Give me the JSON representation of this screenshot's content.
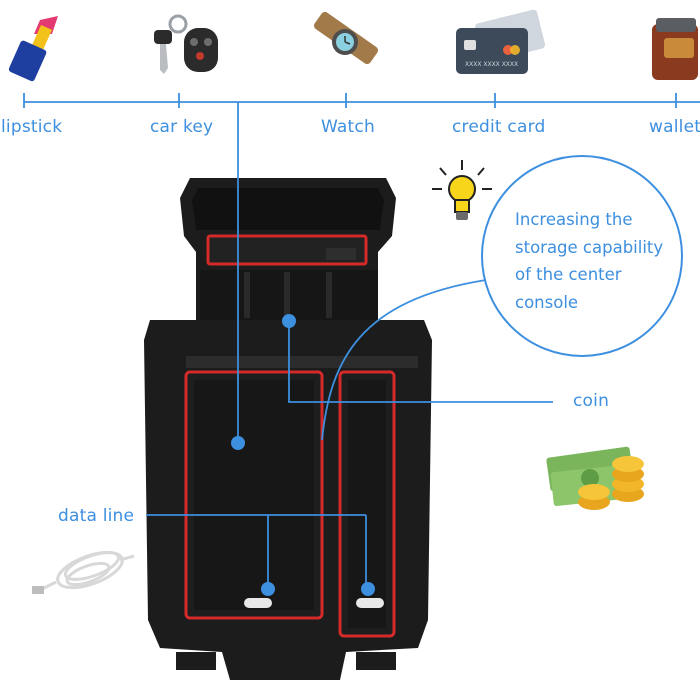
{
  "top_items": [
    {
      "label": "lipstick",
      "icon": "lipstick-icon"
    },
    {
      "label": "car key",
      "icon": "car-key-icon"
    },
    {
      "label": "Watch",
      "icon": "watch-icon"
    },
    {
      "label": "credit card",
      "icon": "credit-card-icon"
    },
    {
      "label": "wallet",
      "icon": "wallet-icon"
    }
  ],
  "callout": {
    "lines": [
      "Increasing the",
      "storage capability",
      "of the center",
      "console"
    ],
    "icon": "lightbulb-icon"
  },
  "coin": {
    "label": "coin",
    "icon": "cash-and-coins-icon"
  },
  "data_line": {
    "label": "data line",
    "icon": "usb-cable-icon"
  },
  "colors": {
    "accent": "#3d8fdf",
    "tray": "#1a1a1a",
    "trim": "#d42a2a"
  }
}
